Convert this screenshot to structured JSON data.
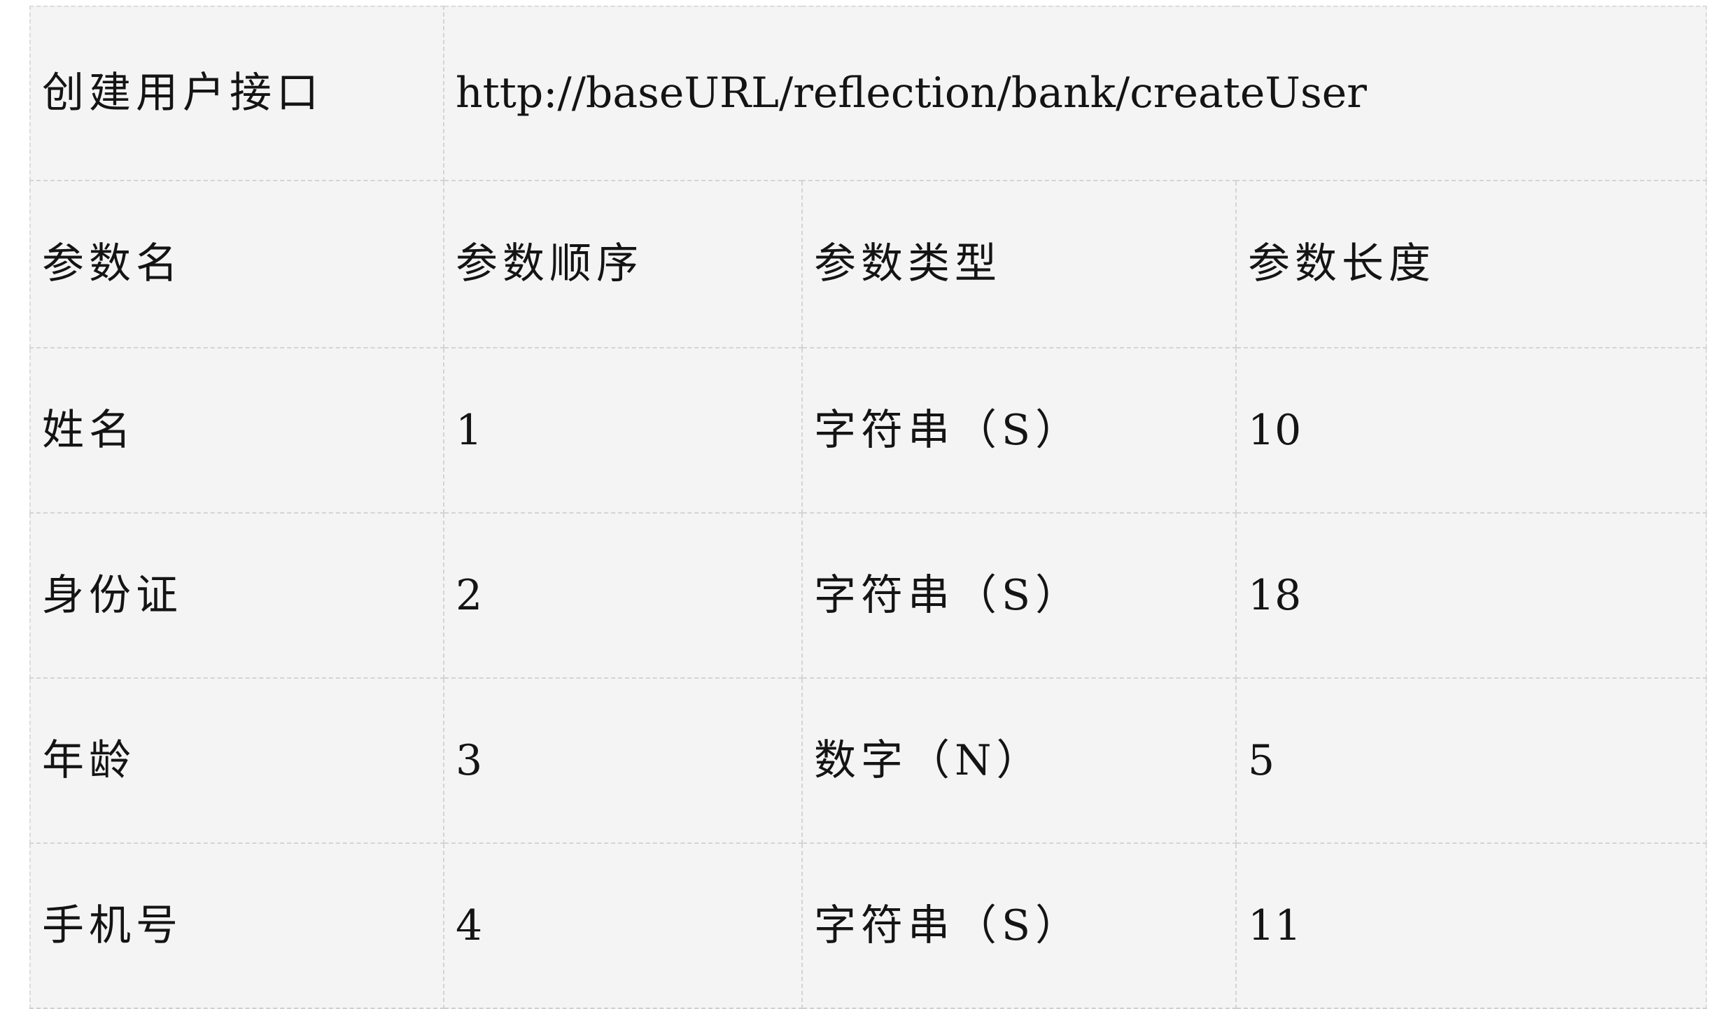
{
  "document": {
    "kind": "api-parameter-spec-table",
    "background_color": "#ffffff",
    "panel_color": "#f4f4f4",
    "border_color": "#d4d4d4",
    "text_color": "#141414"
  },
  "endpoint_row": {
    "label": "创建用户接口",
    "url": "http://baseURL/reflection/bank/createUser"
  },
  "table": {
    "headers": [
      "参数名",
      "参数顺序",
      "参数类型",
      "参数长度"
    ],
    "rows": [
      {
        "name": "姓名",
        "order": "1",
        "type": "字符串（S）",
        "length": "10"
      },
      {
        "name": "身份证",
        "order": "2",
        "type": "字符串（S）",
        "length": "18"
      },
      {
        "name": "年龄",
        "order": "3",
        "type": "数字（N）",
        "length": "5"
      },
      {
        "name": "手机号",
        "order": "4",
        "type": "字符串（S）",
        "length": "11"
      }
    ]
  }
}
